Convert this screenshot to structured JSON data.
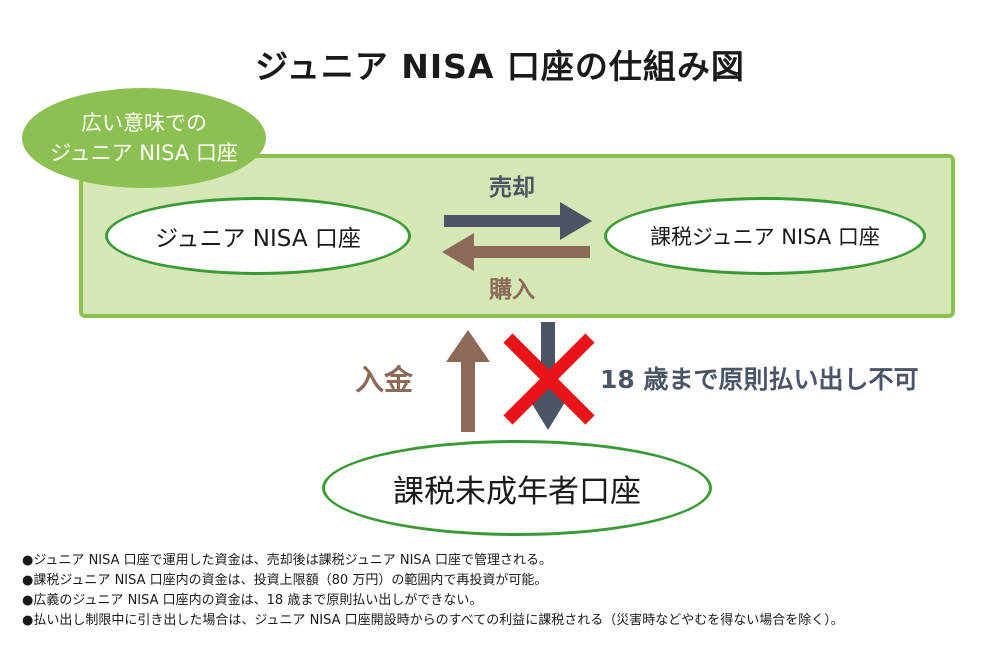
{
  "title": "ジュニア NISA 口座の仕組み図",
  "broad_badge": {
    "line1": "広い意味での",
    "line2": "ジュニア NISA 口座"
  },
  "nodes": {
    "junior_nisa": "ジュニア NISA 口座",
    "taxable_junior_nisa": "課税ジュニア NISA 口座",
    "taxable_minor": "課税未成年者口座"
  },
  "flows": {
    "sell": "売却",
    "buy": "購入",
    "deposit": "入金",
    "withdrawal_restriction": "18 歳まで原則払い出し不可"
  },
  "colors": {
    "green_fill": "#d5e7b5",
    "green_border": "#8cc052",
    "oval_border": "#3a9a35",
    "slate_arrow": "#4b5566",
    "brown_arrow": "#8b6b57",
    "cross_red": "#e8141a"
  },
  "notes": [
    "●ジュニア NISA 口座で運用した資金は、売却後は課税ジュニア NISA 口座で管理される。",
    "●課税ジュニア NISA 口座内の資金は、投資上限額（80 万円）の範囲内で再投資が可能。",
    "●広義のジュニア NISA 口座内の資金は、18 歳まで原則払い出しができない。",
    "●払い出し制限中に引き出した場合は、ジュニア NISA 口座開設時からのすべての利益に課税される（災害時などやむを得ない場合を除く）。"
  ]
}
